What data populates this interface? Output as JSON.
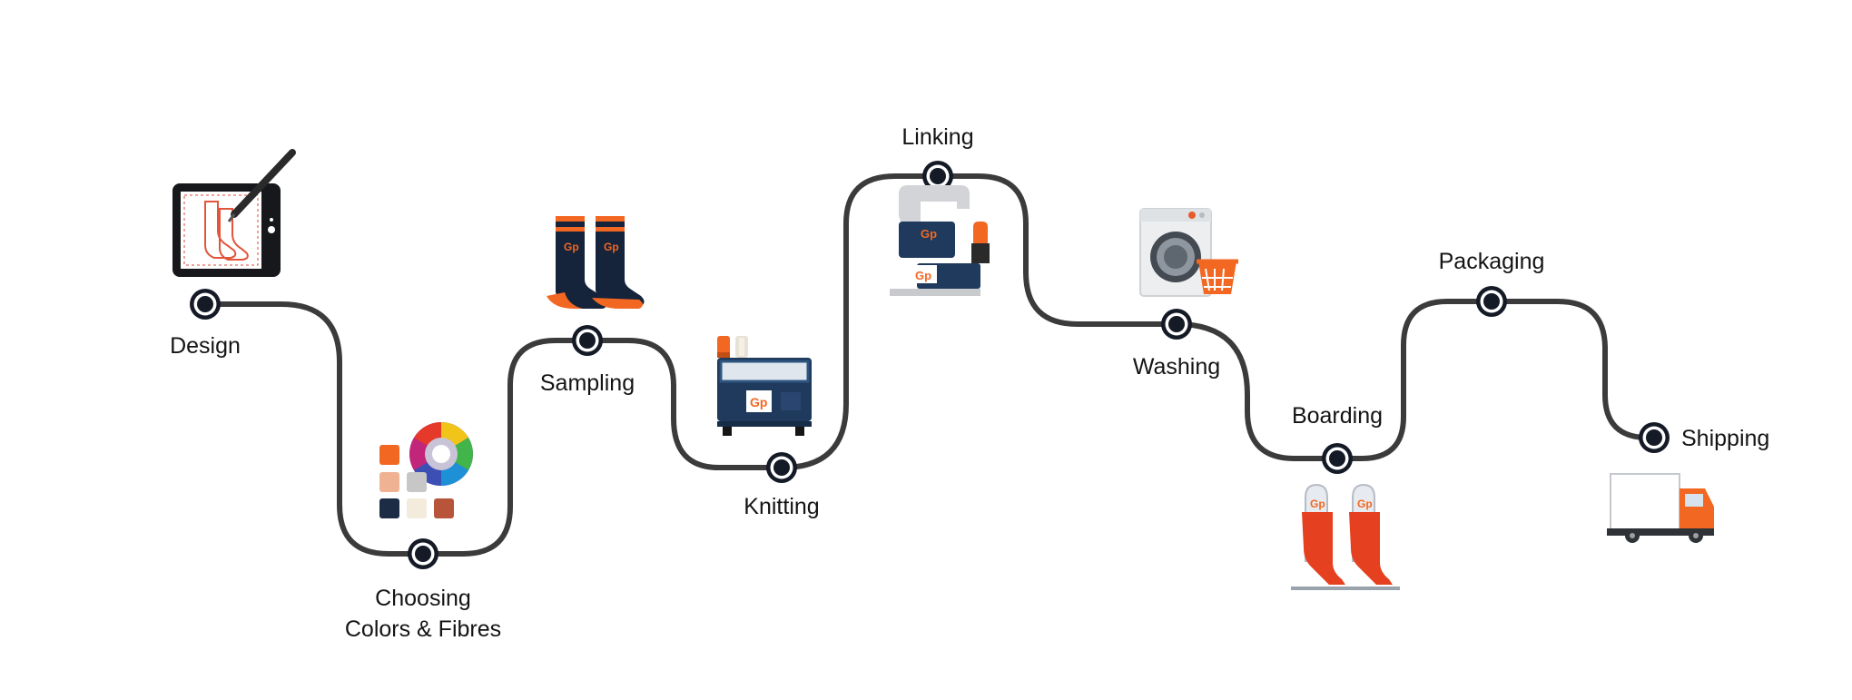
{
  "colors": {
    "path": "#3b3b3b",
    "node_outer": "#141a26",
    "node_inner": "#ffffff",
    "brand_orange": "#f26722",
    "navy": "#1c2c45"
  },
  "steps": [
    {
      "label": "Design",
      "icon": "tablet-drawing-icon"
    },
    {
      "label": "Choosing\nColors & Fibres",
      "icon": "color-wheel-swatches-icon"
    },
    {
      "label": "Sampling",
      "icon": "socks-icon"
    },
    {
      "label": "Knitting",
      "icon": "knitting-machine-icon"
    },
    {
      "label": "Linking",
      "icon": "sewing-machine-icon"
    },
    {
      "label": "Washing",
      "icon": "washing-machine-icon"
    },
    {
      "label": "Boarding",
      "icon": "sock-boards-icon"
    },
    {
      "label": "Packaging",
      "icon": "package-icon"
    },
    {
      "label": "Shipping",
      "icon": "delivery-truck-icon"
    }
  ],
  "brand_mark": "Gp"
}
